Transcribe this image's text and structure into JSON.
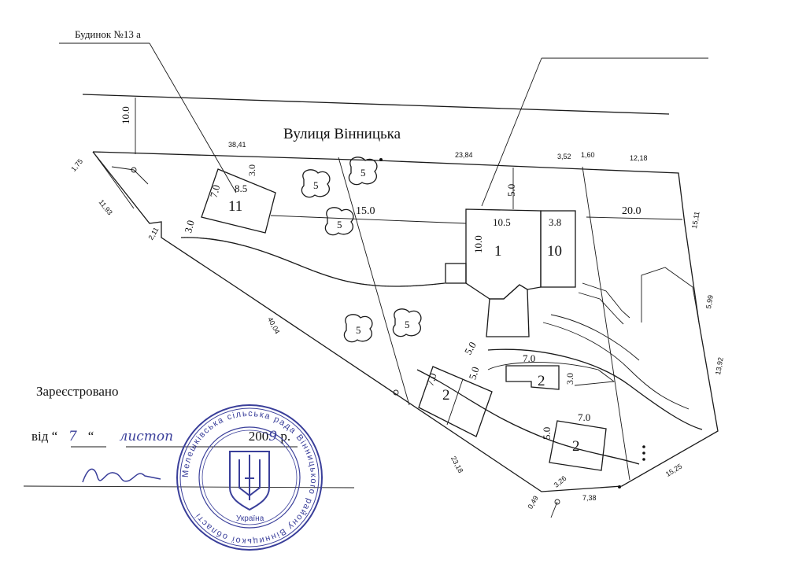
{
  "building_label": "Будинок №13 а",
  "street_label": "Вулиця Вінницька",
  "registration": {
    "title": "Зареєстровано",
    "date_prefix": "від “",
    "day": "7",
    "mid_quote": "“",
    "month": "листоп",
    "year_prefix": "200",
    "year_digit": "9",
    "year_suffix": "р."
  },
  "stamp": {
    "ring_text": "Мелешківська сільська рада Вінницького району Вінницької області",
    "center": "Україна",
    "color": "#3a3f9a"
  },
  "dimensions": {
    "street_offset": "10.0",
    "d_1_75": "1,75",
    "d_11_93": "11,93",
    "d_2_11": "2,11",
    "d_38_41": "38,41",
    "d_23_84": "23,84",
    "d_3_52": "3,52",
    "d_1_60": "1,60",
    "d_12_18": "12,18",
    "d_15_11": "15,11",
    "d_5_99": "5,99",
    "d_13_92": "13,92",
    "d_40_04": "40,04",
    "d_23_18": "23,18",
    "d_3_26": "3,26",
    "d_0_49": "0,49",
    "d_7_38": "7,38",
    "d_15_25": "15,25"
  },
  "buildings": {
    "b11": {
      "num": "11",
      "w": "7.0",
      "h": "8.5",
      "side": "3.0",
      "setback": "3.0"
    },
    "b1": {
      "num": "1",
      "w": "10.5",
      "h": "10.0",
      "setback": "5.0"
    },
    "b10": {
      "num": "10",
      "w": "3.8"
    },
    "b2a": {
      "num": "2",
      "w": "7.0",
      "h": "5.0",
      "setback": "5.0"
    },
    "b2b": {
      "num": "2",
      "w": "7.0",
      "h": "3.0"
    },
    "b2c": {
      "num": "2",
      "w": "7.0",
      "h": "5.0"
    },
    "gap_15": "15.0",
    "gap_20": "20.0"
  },
  "trees": [
    "5",
    "5",
    "5",
    "5",
    "5"
  ]
}
